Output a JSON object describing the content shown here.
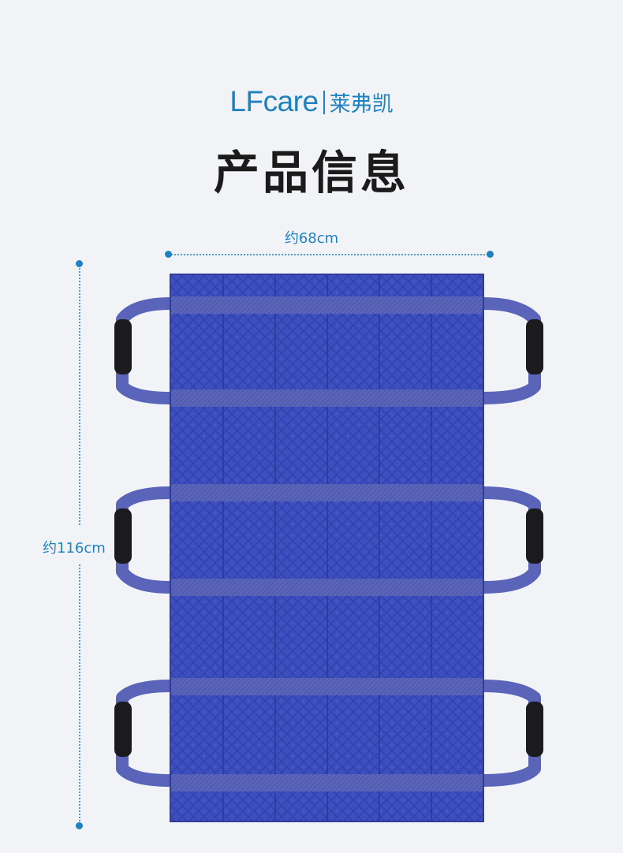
{
  "brand": {
    "logo_word": "LFcare",
    "logo_cn": "莱弗凯"
  },
  "title": "产品信息",
  "dimensions": {
    "width_label": "约68cm",
    "height_label": "约116cm"
  },
  "colors": {
    "accent": "#1f82c0",
    "fabric": "#3c4dbd",
    "strap": "#5962b6",
    "grip": "#1a1a1c"
  }
}
